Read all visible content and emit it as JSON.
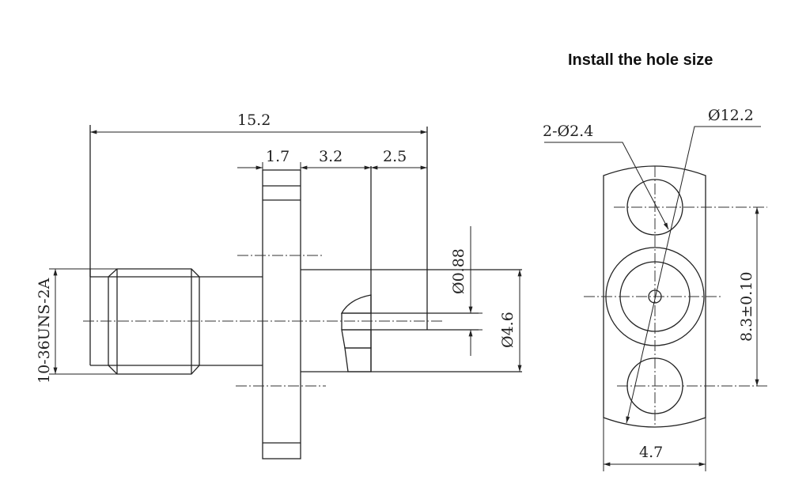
{
  "title": "Install the hole size",
  "side_view": {
    "overall_length": "15.2",
    "flange_thickness": "1.7",
    "body_length": "3.2",
    "pin_length": "2.5",
    "thread_spec": "10-36UNS-2A",
    "pin_diameter": "Ø0.88",
    "body_diameter": "Ø4.6"
  },
  "hole_view": {
    "mount_holes": "2-Ø2.4",
    "outer_diameter": "Ø12.2",
    "hole_spacing": "8.3±0.10",
    "flange_width": "4.7"
  }
}
